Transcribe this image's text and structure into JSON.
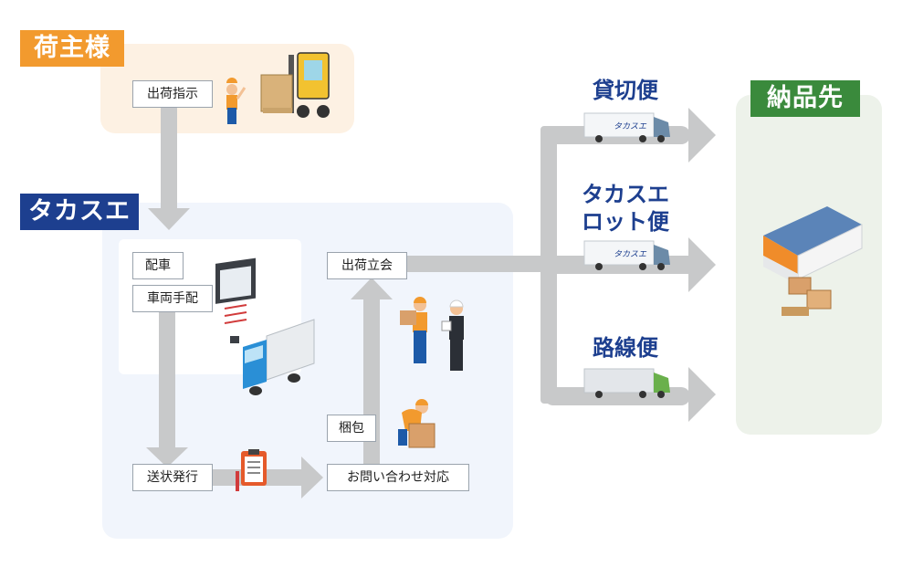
{
  "shipper": {
    "label": "荷主様",
    "step": "出荷指示"
  },
  "takasue": {
    "label": "タカスエ",
    "dispatch": "配車",
    "vehicle": "車両手配",
    "invoice": "送状発行",
    "inspection": "出荷立会",
    "packing": "梱包",
    "inquiry": "お問い合わせ対応"
  },
  "delivery": {
    "label": "納品先",
    "modes": [
      "貸切便",
      "タカスエ\nロット便",
      "路線便"
    ]
  },
  "truck_logo": "タカスエ",
  "colors": {
    "shipper": "#f29a2e",
    "takasue": "#1d3f8f",
    "delivery": "#3a8a3c",
    "arrow": "#c8c9ca"
  }
}
